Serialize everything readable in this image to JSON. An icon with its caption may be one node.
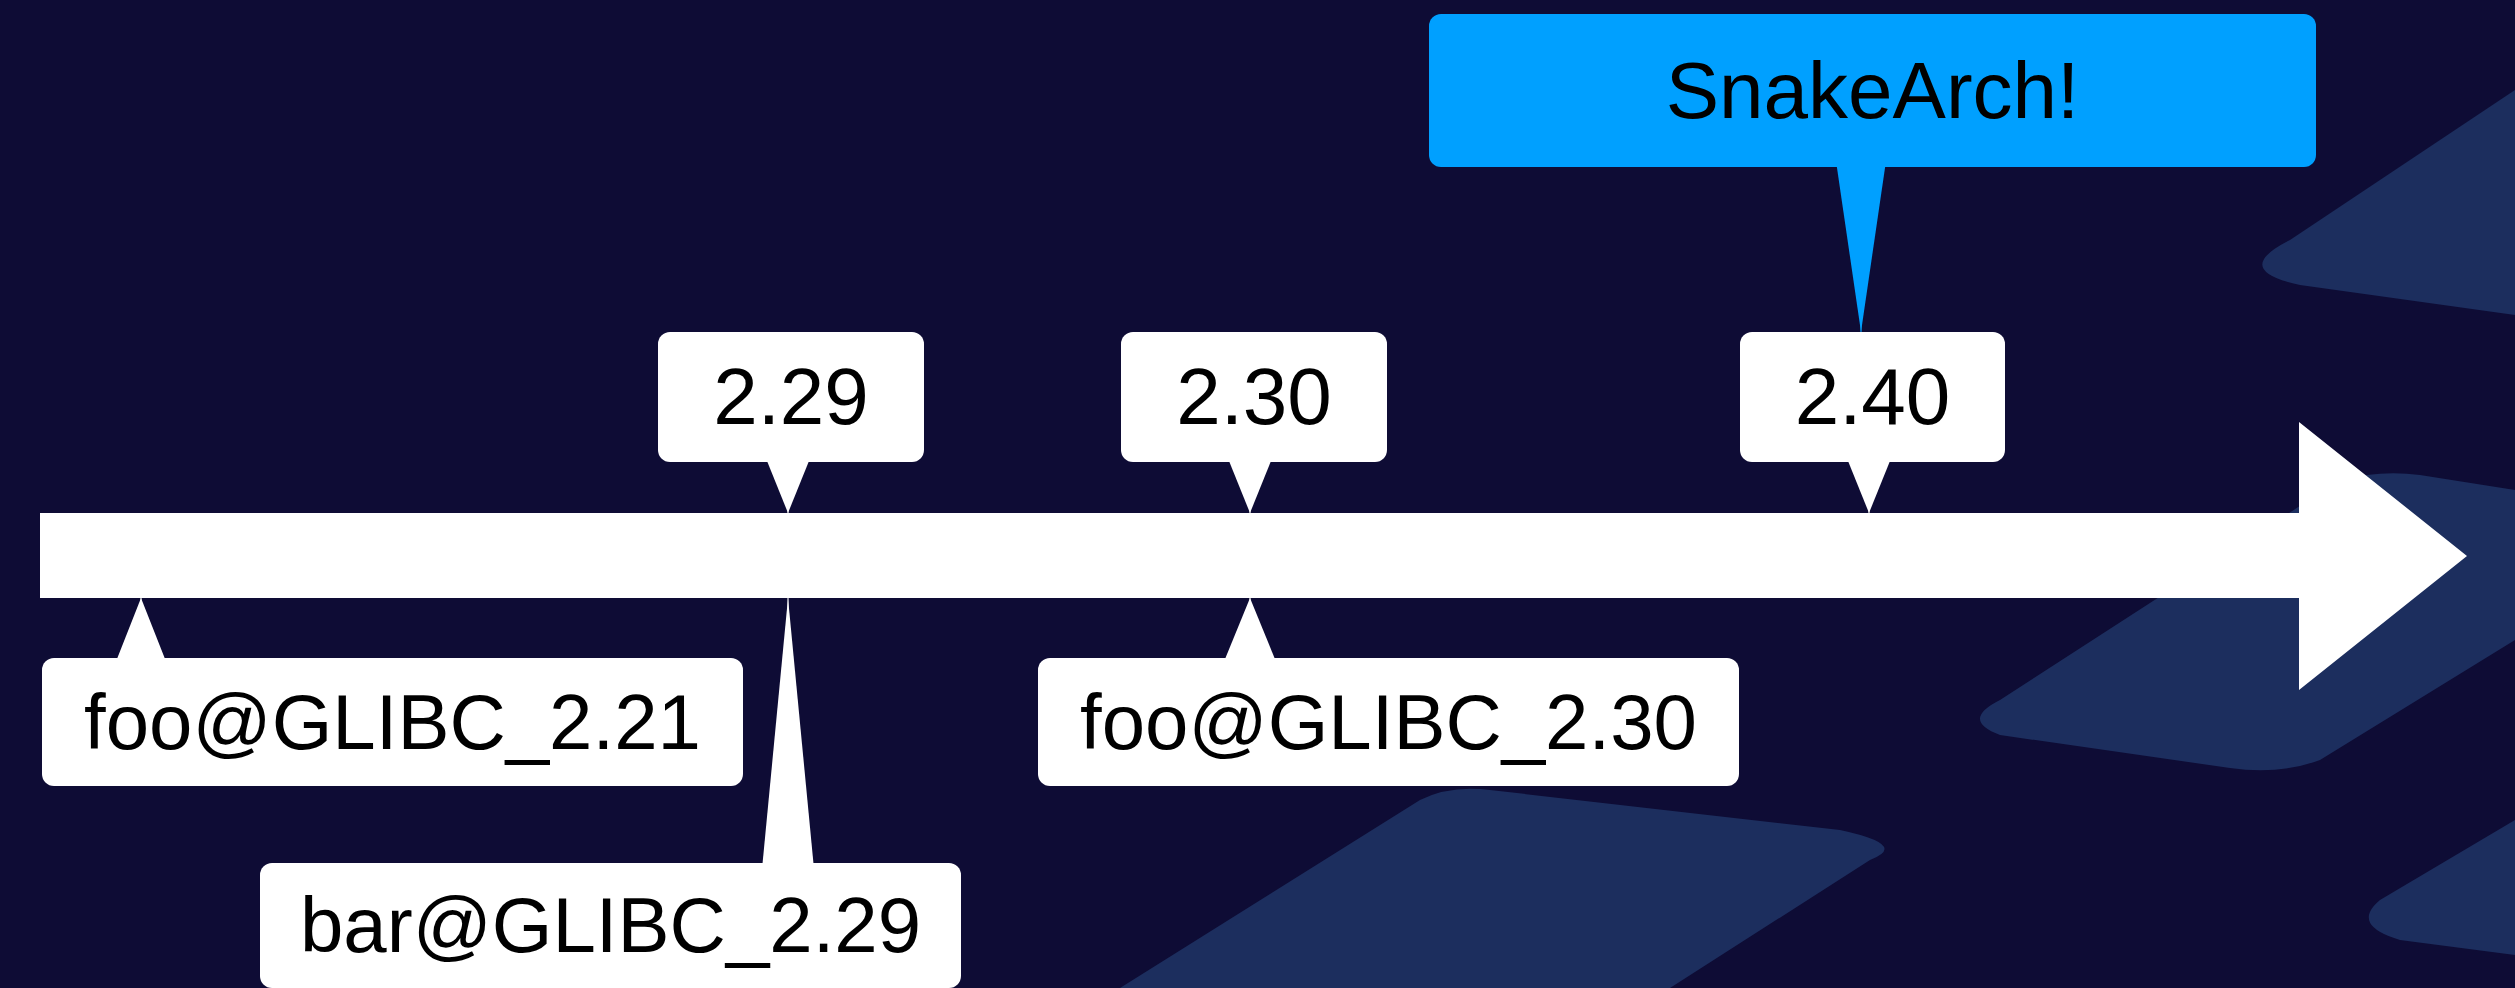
{
  "diagram": {
    "nodes": [
      {
        "text": [
          "SnakeArch!"
        ]
      },
      {
        "text": [
          "2.29"
        ]
      },
      {
        "text": [
          "2.30"
        ]
      },
      {
        "text": [
          "2.40"
        ]
      },
      {
        "text": [],
        "shape": "arrow"
      },
      {
        "text": [
          "foo@GLIBC_2.21"
        ]
      },
      {
        "text": [
          "foo@GLIBC_2.30"
        ]
      },
      {
        "text": [
          "bar@GLIBC_2.29"
        ]
      }
    ],
    "edges": [
      {
        "from": 0,
        "to": 3,
        "arrow": "to",
        "color": "#00a0ff"
      },
      {
        "from": 1,
        "to": 4,
        "arrow": "to"
      },
      {
        "from": 2,
        "to": 4,
        "arrow": "to"
      },
      {
        "from": 3,
        "to": 4,
        "arrow": "to"
      },
      {
        "from": 5,
        "to": 4,
        "arrow": "to"
      },
      {
        "from": 6,
        "to": 4,
        "arrow": "to"
      },
      {
        "from": 7,
        "to": 4,
        "arrow": "to"
      }
    ]
  }
}
